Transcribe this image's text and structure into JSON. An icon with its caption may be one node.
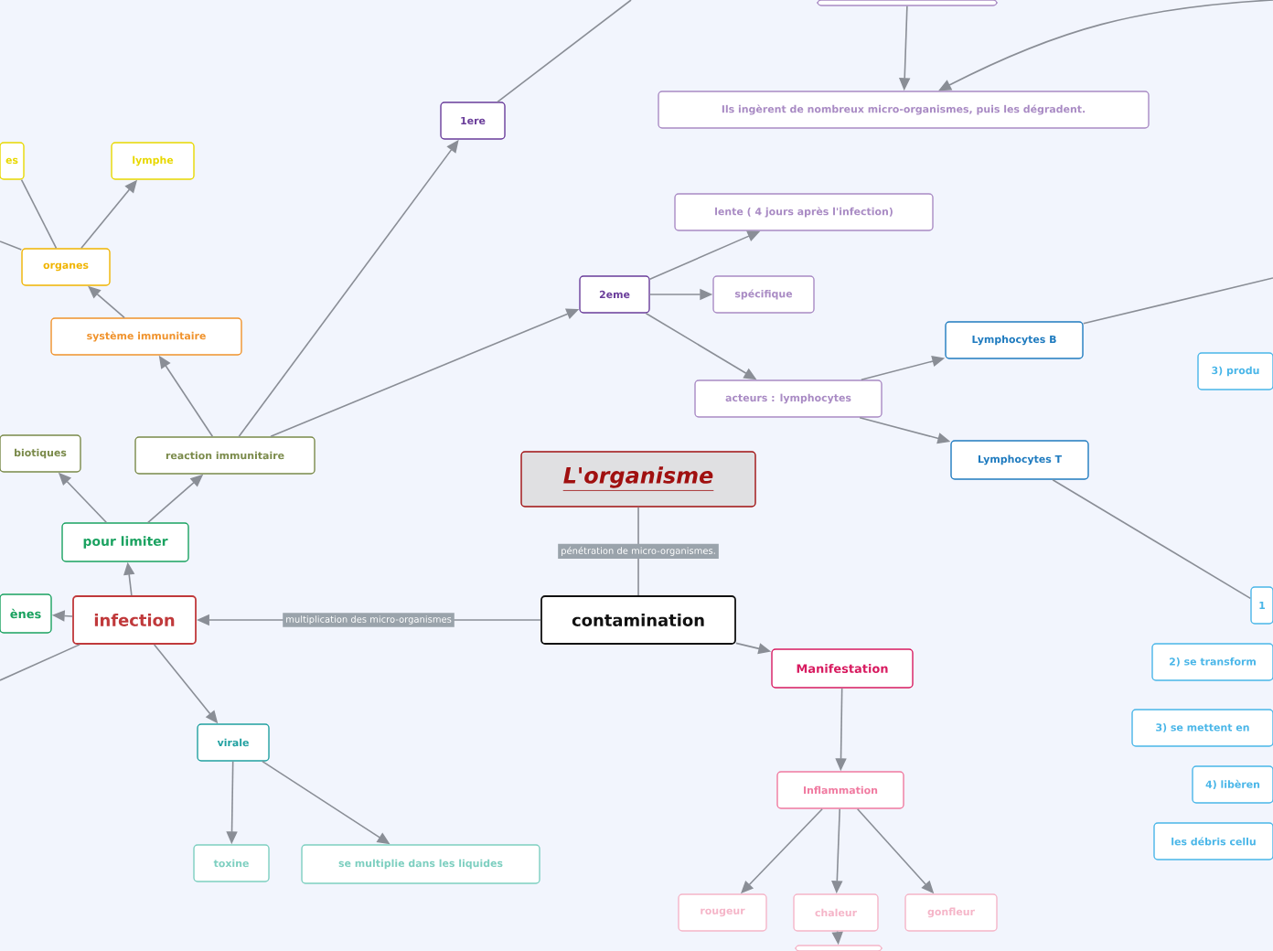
{
  "diagram": {
    "nodes": [
      {
        "text": [
          "L'organisme"
        ]
      },
      {
        "text": [
          "contamination"
        ]
      },
      {
        "text": [
          "infection"
        ]
      },
      {
        "text": [
          "pour limiter"
        ]
      },
      {
        "text": [
          "ènes"
        ]
      },
      {
        "text": [
          "biotiques"
        ]
      },
      {
        "text": [
          "reaction immunitaire"
        ]
      },
      {
        "text": [
          "système immunitaire"
        ]
      },
      {
        "text": [
          "organes"
        ]
      },
      {
        "text": [
          "es"
        ]
      },
      {
        "text": [
          "lymphe"
        ]
      },
      {
        "text": [
          "1ere"
        ]
      },
      {
        "text": [],
        "shape": "box"
      },
      {
        "text": [
          "Ils ingèrent de nombreux micro-organismes, puis les dégradent."
        ]
      },
      {
        "text": [
          "2eme"
        ]
      },
      {
        "text": [
          "lente ( 4 jours après l'infection)"
        ]
      },
      {
        "text": [
          "spécifique"
        ]
      },
      {
        "text": [
          "acteurs : lymphocytes"
        ]
      },
      {
        "text": [
          "Lymphocytes B"
        ]
      },
      {
        "text": [
          "Lymphocytes T"
        ]
      },
      {
        "text": [
          "3) produ"
        ]
      },
      {
        "text": [
          "1"
        ]
      },
      {
        "text": [
          "2) se transform"
        ]
      },
      {
        "text": [
          "3) se mettent en"
        ]
      },
      {
        "text": [
          "4) libèren"
        ]
      },
      {
        "text": [
          "les débris cellu"
        ]
      },
      {
        "text": [
          "Manifestation"
        ]
      },
      {
        "text": [
          "Inflammation"
        ]
      },
      {
        "text": [
          "rougeur"
        ]
      },
      {
        "text": [
          "chaleur"
        ]
      },
      {
        "text": [
          "gonfleur"
        ]
      },
      {
        "text": [],
        "shape": "box"
      },
      {
        "text": [
          "virale"
        ]
      },
      {
        "text": [
          "toxine"
        ]
      },
      {
        "text": [
          "se multiplie dans les liquides"
        ]
      }
    ],
    "edges": [
      {
        "from": 0,
        "to": 1,
        "arrow": "none",
        "label": "pénétration de micro-organismes."
      },
      {
        "from": 1,
        "to": 2,
        "arrow": "to",
        "label": "multiplication des micro-organismes"
      },
      {
        "from": 1,
        "to": 26,
        "arrow": "to"
      },
      {
        "from": 2,
        "to": 3,
        "arrow": "to"
      },
      {
        "from": 2,
        "to": 4,
        "arrow": "to"
      },
      {
        "from": 3,
        "to": 5,
        "arrow": "to"
      },
      {
        "from": 3,
        "to": 6,
        "arrow": "to"
      },
      {
        "from": 2,
        "to": 32,
        "arrow": "to"
      },
      {
        "from": 2,
        "to": null,
        "arrow": "none"
      },
      {
        "from": 6,
        "to": 7,
        "arrow": "to"
      },
      {
        "from": 6,
        "to": 11,
        "arrow": "to"
      },
      {
        "from": 6,
        "to": 14,
        "arrow": "to"
      },
      {
        "from": 7,
        "to": 8,
        "arrow": "to"
      },
      {
        "from": 8,
        "to": 10,
        "arrow": "to"
      },
      {
        "from": 8,
        "to": 9,
        "arrow": "none"
      },
      {
        "from": 8,
        "to": null,
        "arrow": "none"
      },
      {
        "from": 11,
        "to": null,
        "arrow": "none"
      },
      {
        "from": 12,
        "to": 13,
        "arrow": "to"
      },
      {
        "from": null,
        "to": 13,
        "arrow": "to"
      },
      {
        "from": 14,
        "to": 15,
        "arrow": "to"
      },
      {
        "from": 14,
        "to": 16,
        "arrow": "to"
      },
      {
        "from": 14,
        "to": 17,
        "arrow": "to"
      },
      {
        "from": 17,
        "to": 18,
        "arrow": "to"
      },
      {
        "from": 17,
        "to": 19,
        "arrow": "to"
      },
      {
        "from": 18,
        "to": null,
        "arrow": "none"
      },
      {
        "from": 19,
        "to": 21,
        "arrow": "none"
      },
      {
        "from": 26,
        "to": 27,
        "arrow": "to"
      },
      {
        "from": 27,
        "to": 28,
        "arrow": "to"
      },
      {
        "from": 27,
        "to": 29,
        "arrow": "to"
      },
      {
        "from": 27,
        "to": 30,
        "arrow": "to"
      },
      {
        "from": 29,
        "to": 31,
        "arrow": "to"
      },
      {
        "from": 32,
        "to": 33,
        "arrow": "to"
      },
      {
        "from": 32,
        "to": 34,
        "arrow": "to"
      }
    ]
  }
}
